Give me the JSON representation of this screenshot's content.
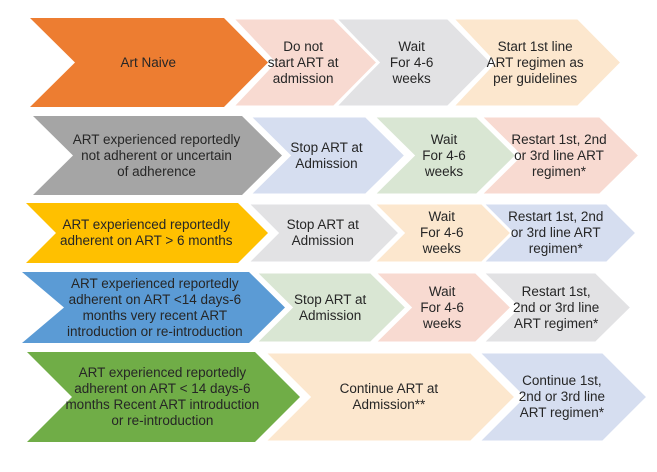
{
  "rows": [
    {
      "name": "art-naive",
      "steps": [
        {
          "text": "Art Naive",
          "color": "#ED7D31"
        },
        {
          "text": "Do not\nstart ART at\nadmission",
          "color": "#F8DAD1"
        },
        {
          "text": "Wait\nFor 4-6\nweeks",
          "color": "#E2E2E4"
        },
        {
          "text": "Start 1st line\nART regimen as\nper guidelines",
          "color": "#FCE7CE"
        }
      ]
    },
    {
      "name": "art-experienced-not-adherent",
      "steps": [
        {
          "text": "ART experienced reportedly\nnot adherent or uncertain\nof adherence",
          "color": "#A5A5A5"
        },
        {
          "text": "Stop ART at\nAdmission",
          "color": "#D6DEF0"
        },
        {
          "text": "Wait\nFor 4-6\nweeks",
          "color": "#D9E6D3"
        },
        {
          "text": "Restart 1st, 2nd\nor 3rd line ART\nregimen*",
          "color": "#F8DAD1"
        }
      ]
    },
    {
      "name": "art-experienced-adherent-over-6-months",
      "steps": [
        {
          "text": "ART experienced reportedly\nadherent on ART > 6 months",
          "color": "#FFC000"
        },
        {
          "text": "Stop ART at\nAdmission",
          "color": "#E2E2E4"
        },
        {
          "text": "Wait\nFor 4-6\nweeks",
          "color": "#FCE7CE"
        },
        {
          "text": "Restart 1st, 2nd\nor 3rd line ART\nregimen*",
          "color": "#D6DEF0"
        }
      ]
    },
    {
      "name": "art-experienced-very-recent",
      "steps": [
        {
          "text": "ART experienced reportedly\nadherent on ART <14 days-6\nmonths very recent ART\nintroduction or re-introduction",
          "color": "#5B9BD5"
        },
        {
          "text": "Stop ART at\nAdmission",
          "color": "#D9E6D3"
        },
        {
          "text": "Wait\nFor 4-6\nweeks",
          "color": "#F8DAD1"
        },
        {
          "text": "Restart 1st,\n2nd  or 3rd line\nART  regimen*",
          "color": "#E2E2E4"
        }
      ]
    },
    {
      "name": "art-experienced-recent",
      "steps": [
        {
          "text": "ART experienced reportedly\nadherent on ART < 14 days-6\nmonths Recent ART introduction\nor re-introduction",
          "color": "#70AD47"
        },
        {
          "text": "Continue ART at\nAdmission**",
          "color": "#FCE7CE"
        },
        {
          "text": "Continue  1st,\n2nd or 3rd line\nART regimen*",
          "color": "#D6DEF0"
        }
      ]
    }
  ]
}
